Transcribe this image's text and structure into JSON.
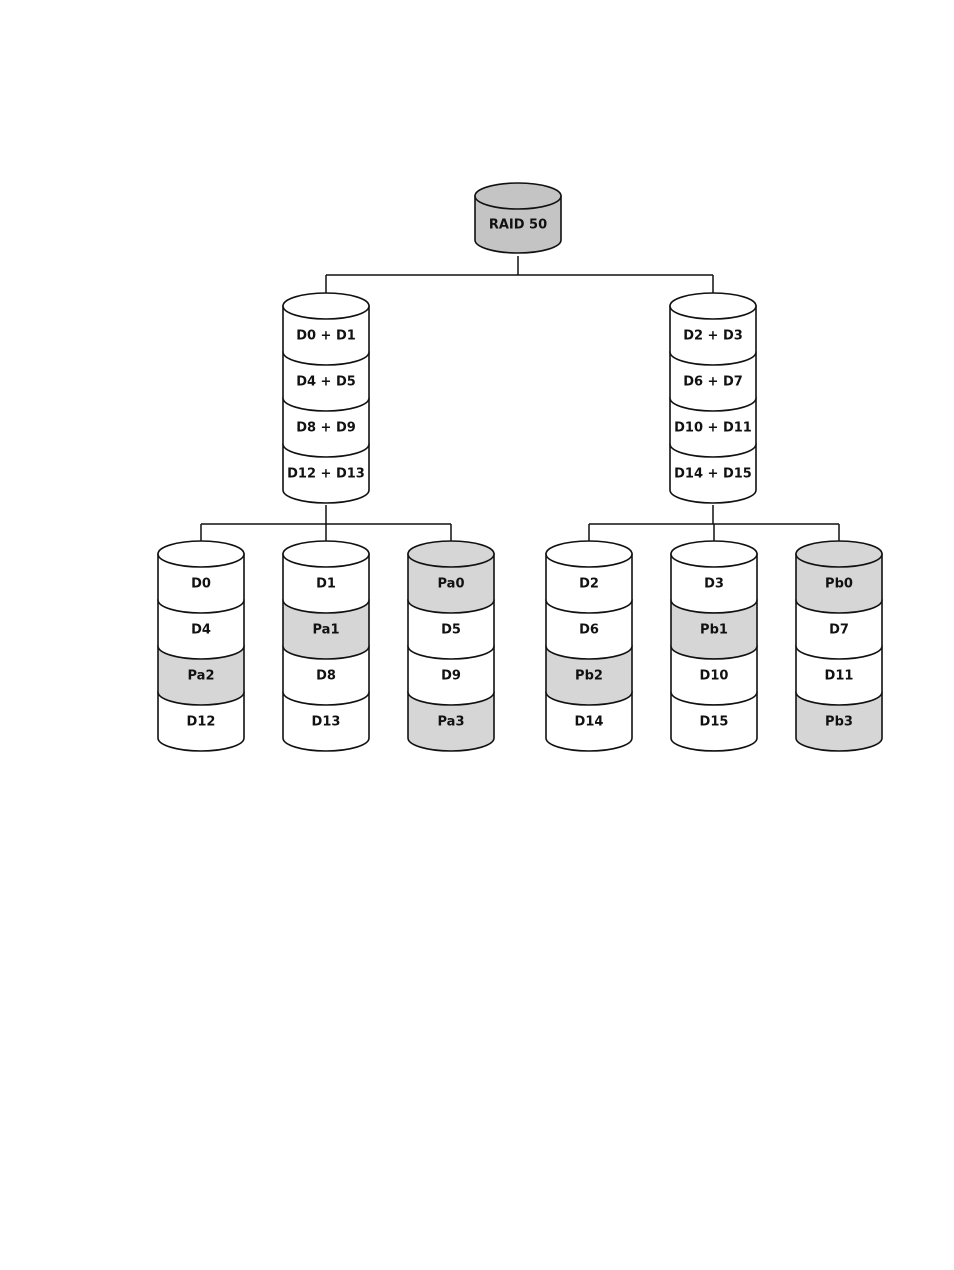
{
  "colors": {
    "stroke": "#111111",
    "data_fill": "#ffffff",
    "parity_fill": "#d6d6d6",
    "root_fill": "#c4c4c4"
  },
  "root": {
    "label": "RAID 50"
  },
  "mirrors": [
    {
      "name": "group-a",
      "blocks": [
        "D0 + D1",
        "D4 + D5",
        "D8 + D9",
        "D12 + D13"
      ]
    },
    {
      "name": "group-b",
      "blocks": [
        "D2 + D3",
        "D6 + D7",
        "D10 + D11",
        "D14 + D15"
      ]
    }
  ],
  "disks": [
    {
      "group": 0,
      "blocks": [
        {
          "label": "D0",
          "parity": false
        },
        {
          "label": "D4",
          "parity": false
        },
        {
          "label": "Pa2",
          "parity": true
        },
        {
          "label": "D12",
          "parity": false
        }
      ]
    },
    {
      "group": 0,
      "blocks": [
        {
          "label": "D1",
          "parity": false
        },
        {
          "label": "Pa1",
          "parity": true
        },
        {
          "label": "D8",
          "parity": false
        },
        {
          "label": "D13",
          "parity": false
        }
      ]
    },
    {
      "group": 0,
      "blocks": [
        {
          "label": "Pa0",
          "parity": true
        },
        {
          "label": "D5",
          "parity": false
        },
        {
          "label": "D9",
          "parity": false
        },
        {
          "label": "Pa3",
          "parity": true
        }
      ]
    },
    {
      "group": 1,
      "blocks": [
        {
          "label": "D2",
          "parity": false
        },
        {
          "label": "D6",
          "parity": false
        },
        {
          "label": "Pb2",
          "parity": true
        },
        {
          "label": "D14",
          "parity": false
        }
      ]
    },
    {
      "group": 1,
      "blocks": [
        {
          "label": "D3",
          "parity": false
        },
        {
          "label": "Pb1",
          "parity": true
        },
        {
          "label": "D10",
          "parity": false
        },
        {
          "label": "D15",
          "parity": false
        }
      ]
    },
    {
      "group": 1,
      "blocks": [
        {
          "label": "Pb0",
          "parity": true
        },
        {
          "label": "D7",
          "parity": false
        },
        {
          "label": "D11",
          "parity": false
        },
        {
          "label": "Pb3",
          "parity": true
        }
      ]
    }
  ]
}
